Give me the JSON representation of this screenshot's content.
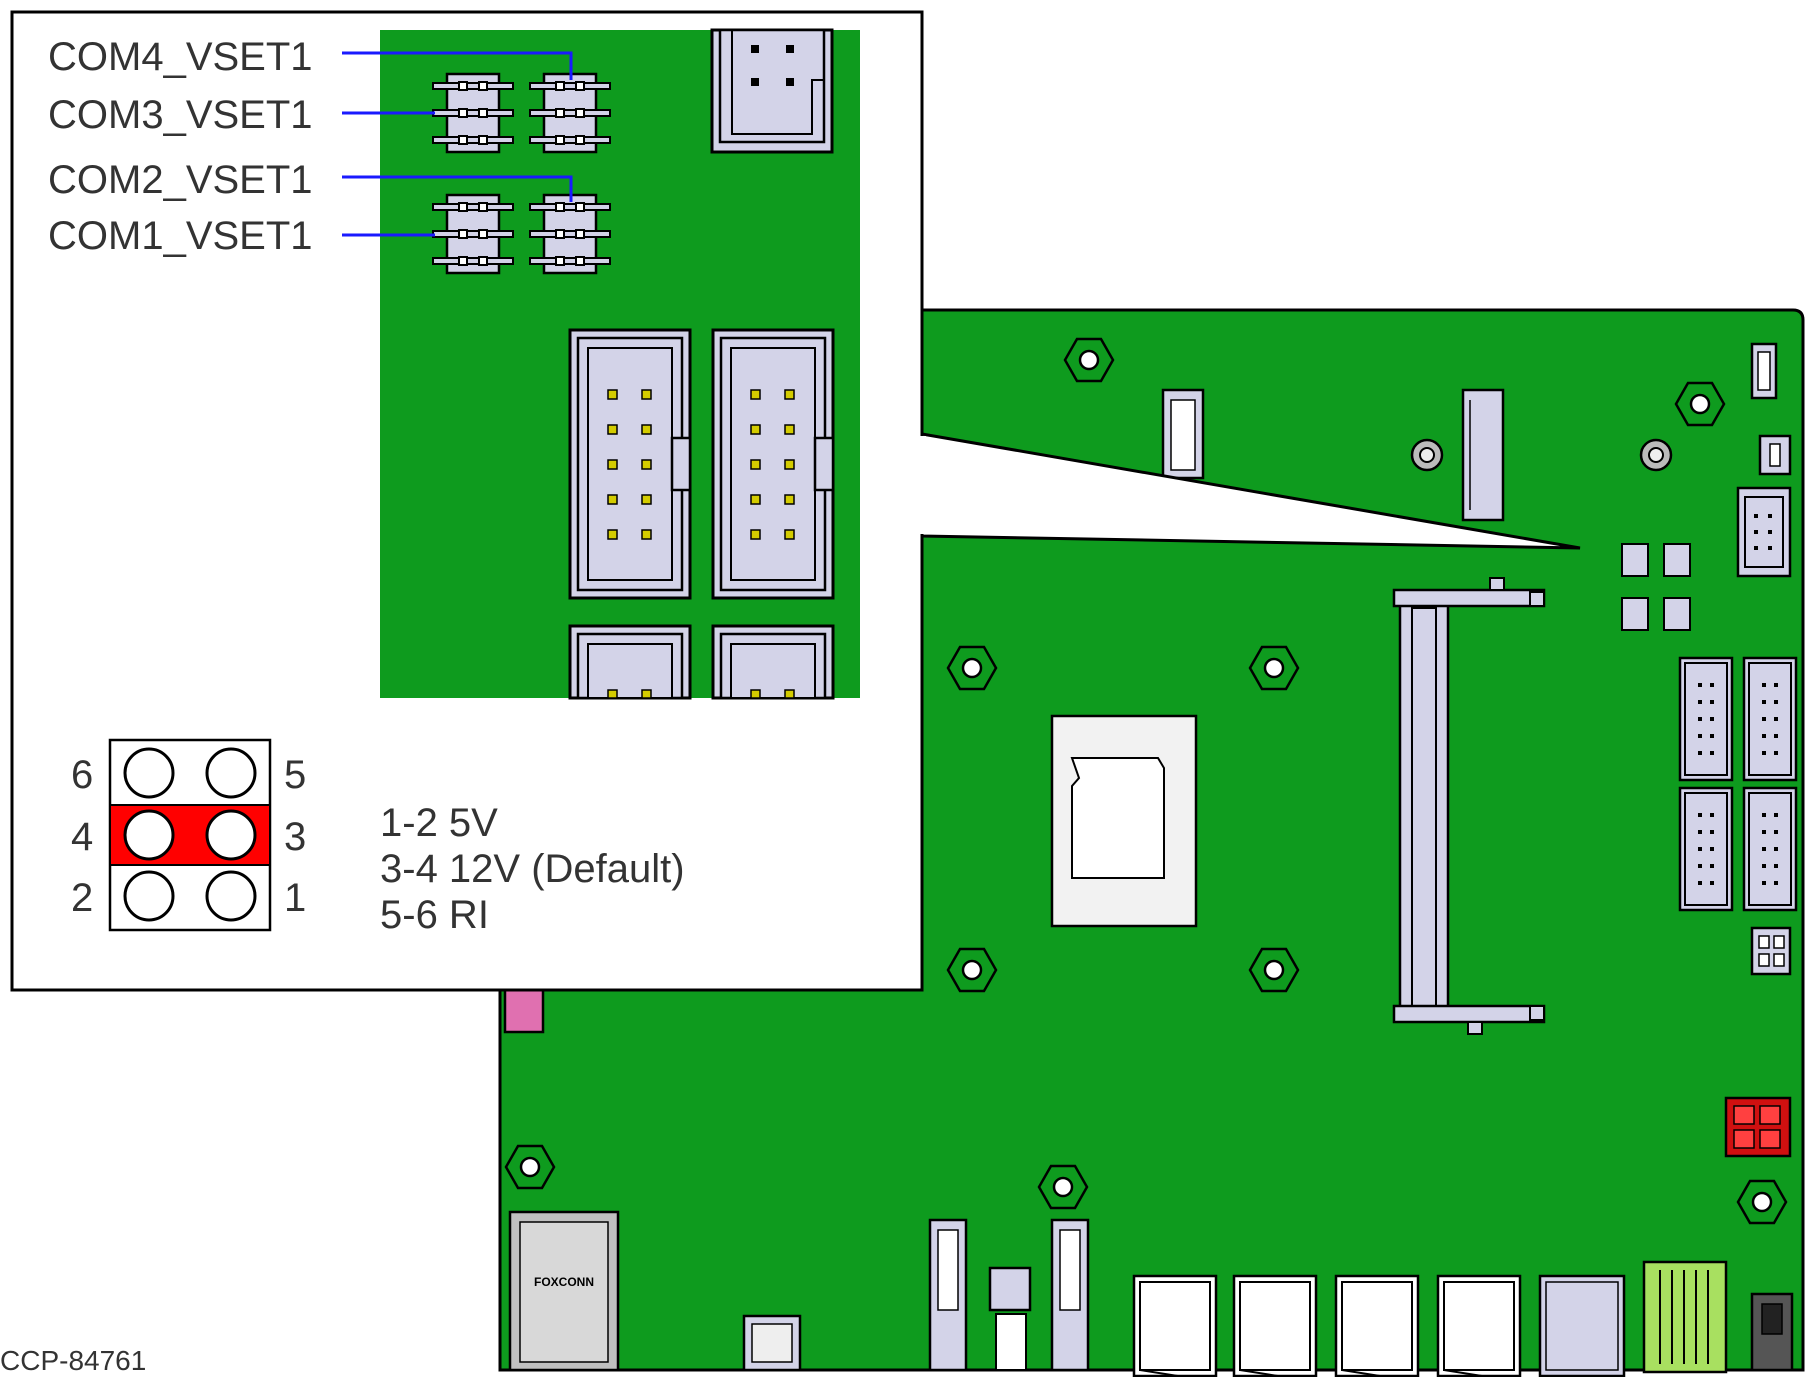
{
  "callout": {
    "jumper_labels": [
      "COM4_VSET1",
      "COM3_VSET1",
      "COM2_VSET1",
      "COM1_VSET1"
    ],
    "pin_numbers": {
      "left": [
        "6",
        "4",
        "2"
      ],
      "right": [
        "5",
        "3",
        "1"
      ]
    },
    "settings": [
      "1-2 5V",
      "3-4 12V (Default)",
      "5-6 RI"
    ]
  },
  "board": {
    "connector_brand": "FOXCONN"
  },
  "figure_id": "CCP-84761",
  "colors": {
    "pcb_green": "#0e9b1e",
    "component_fill": "#d3d3e8",
    "jumper_highlight": "#ff0000",
    "leader_line": "#1a1aff",
    "power_connector": "#d01010"
  }
}
